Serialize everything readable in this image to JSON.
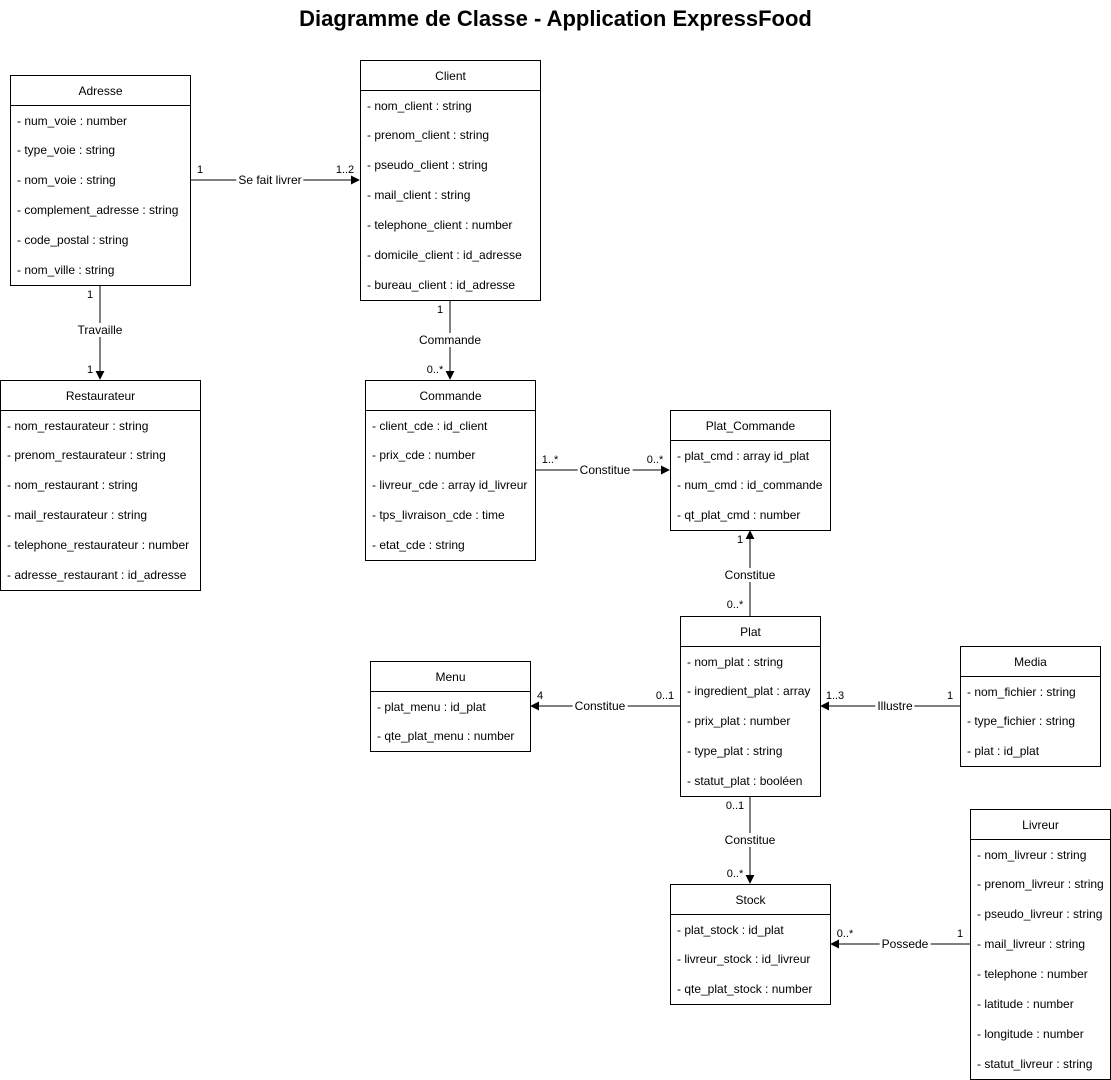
{
  "title": "Diagramme de Classe - Application ExpressFood",
  "classes": {
    "adresse": {
      "name": "Adresse",
      "attributes": [
        "- num_voie : number",
        "- type_voie : string",
        "- nom_voie : string",
        "- complement_adresse : string",
        "- code_postal : string",
        "- nom_ville : string"
      ]
    },
    "client": {
      "name": "Client",
      "attributes": [
        "- nom_client : string",
        "- prenom_client : string",
        "- pseudo_client : string",
        "- mail_client : string",
        "- telephone_client : number",
        "- domicile_client : id_adresse",
        "- bureau_client : id_adresse"
      ]
    },
    "restaurateur": {
      "name": "Restaurateur",
      "attributes": [
        "- nom_restaurateur : string",
        "- prenom_restaurateur : string",
        "- nom_restaurant : string",
        "- mail_restaurateur : string",
        "- telephone_restaurateur : number",
        "- adresse_restaurant : id_adresse"
      ]
    },
    "commande": {
      "name": "Commande",
      "attributes": [
        "- client_cde : id_client",
        "- prix_cde : number",
        "- livreur_cde : array id_livreur",
        "- tps_livraison_cde : time",
        "- etat_cde : string"
      ]
    },
    "plat_commande": {
      "name": "Plat_Commande",
      "attributes": [
        "- plat_cmd : array id_plat",
        "- num_cmd : id_commande",
        "- qt_plat_cmd : number"
      ]
    },
    "plat": {
      "name": "Plat",
      "attributes": [
        "- nom_plat : string",
        "- ingredient_plat : array",
        "- prix_plat : number",
        "- type_plat : string",
        "- statut_plat : booléen"
      ]
    },
    "menu": {
      "name": "Menu",
      "attributes": [
        "- plat_menu : id_plat",
        "- qte_plat_menu : number"
      ]
    },
    "media": {
      "name": "Media",
      "attributes": [
        "- nom_fichier : string",
        "- type_fichier : string",
        "- plat : id_plat"
      ]
    },
    "stock": {
      "name": "Stock",
      "attributes": [
        "- plat_stock : id_plat",
        "- livreur_stock : id_livreur",
        "- qte_plat_stock : number"
      ]
    },
    "livreur": {
      "name": "Livreur",
      "attributes": [
        "- nom_livreur : string",
        "- prenom_livreur : string",
        "- pseudo_livreur : string",
        "- mail_livreur : string",
        "- telephone : number",
        "- latitude : number",
        "- longitude : number",
        "- statut_livreur : string"
      ]
    }
  },
  "relations": [
    {
      "label": "Se fait livrer",
      "source_mult": "1",
      "target_mult": "1..2"
    },
    {
      "label": "Travaille",
      "source_mult": "1",
      "target_mult": "1"
    },
    {
      "label": "Commande",
      "source_mult": "1",
      "target_mult": "0..*"
    },
    {
      "label": "Constitue",
      "source_mult": "1..*",
      "target_mult": "0..*"
    },
    {
      "label": "Constitue",
      "source_mult": "0..*",
      "target_mult": "1"
    },
    {
      "label": "Constitue",
      "source_mult": "0..1",
      "target_mult": "4"
    },
    {
      "label": "Illustre",
      "source_mult": "1",
      "target_mult": "1..3"
    },
    {
      "label": "Constitue",
      "source_mult": "0..1",
      "target_mult": "0..*"
    },
    {
      "label": "Possede",
      "source_mult": "1",
      "target_mult": "0..*"
    }
  ]
}
